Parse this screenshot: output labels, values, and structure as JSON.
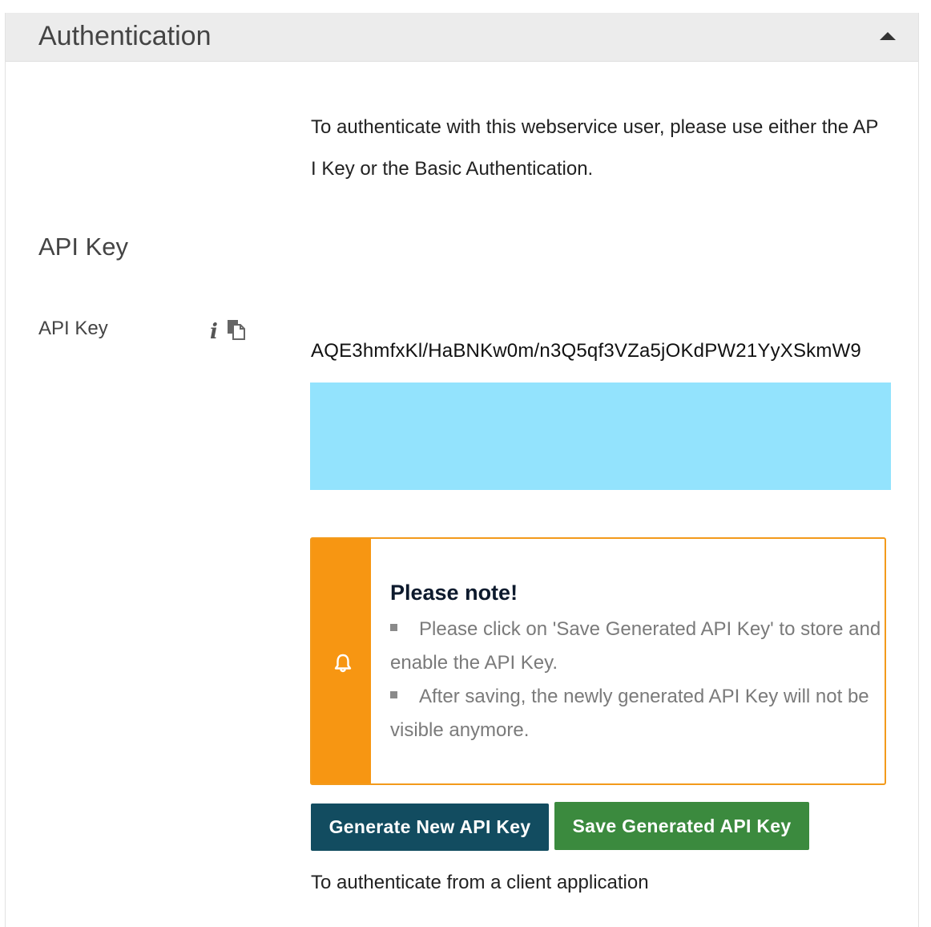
{
  "panel": {
    "title": "Authentication",
    "collapse_icon": "caret-up-icon"
  },
  "intro_text": "To authenticate with this webservice user, please use either the API Key or the Basic Authentication.",
  "api_key_section": {
    "title": "API Key",
    "field_label": "API Key",
    "info_icon": "info-icon",
    "copy_icon": "copy-icon",
    "value": "AQE3hmfxKl/HaBNKw0m/n3Q5qf3VZa5jOKdPW21YyXSkmW9",
    "highlight_color": "#93e3fd"
  },
  "note": {
    "title": "Please note!",
    "icon": "bell-icon",
    "accent_color": "#f79612",
    "items": [
      "Please click on 'Save Generated API Key' to store and enable the API Key.",
      "After saving, the newly generated API Key will not be visible anymore."
    ]
  },
  "buttons": {
    "generate_label": "Generate New API Key",
    "generate_color": "#124c60",
    "save_label": "Save Generated API Key",
    "save_color": "#3b8a3e"
  },
  "footer_text": "To authenticate from a client application"
}
